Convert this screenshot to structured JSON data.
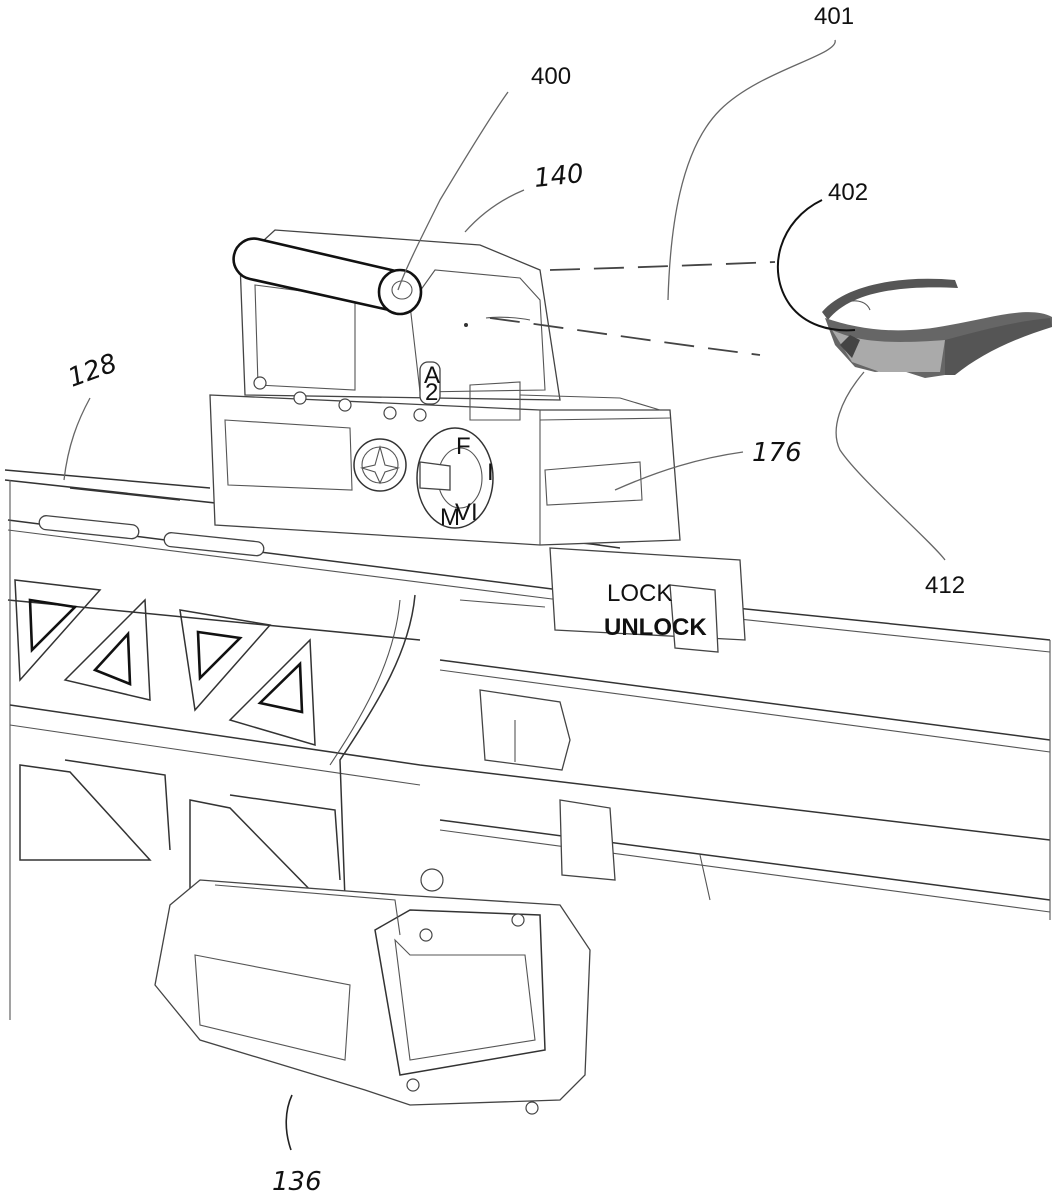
{
  "figure": {
    "type": "patent-drawing",
    "subject": "Rifle handguard with holographic sight, laser/transmitter module, lateral attachment and smart eyewear",
    "reference_numerals": [
      {
        "id": "400",
        "style": "printed",
        "target": "cylindrical emitter module on top of sight"
      },
      {
        "id": "401",
        "style": "printed",
        "target": "transmitted beam (dashed lines)"
      },
      {
        "id": "402",
        "style": "printed",
        "target": "eyewear lens region"
      },
      {
        "id": "412",
        "style": "printed",
        "target": "eyewear nose bridge / sensor"
      },
      {
        "id": "140",
        "style": "handwritten",
        "target": "sight housing"
      },
      {
        "id": "128",
        "style": "handwritten",
        "target": "handguard rail"
      },
      {
        "id": "176",
        "style": "handwritten",
        "target": "mount side panel"
      },
      {
        "id": "136",
        "style": "handwritten",
        "target": "foregrip / battery housing"
      }
    ],
    "part_markings": {
      "sight_button_top": "A",
      "sight_button_bottom": "2",
      "lock_upper": "LOCK",
      "lock_lower": "UNLOCK",
      "dial_top": "F",
      "dial_right": "I",
      "dial_bottom": "VI",
      "dial_left": "M"
    }
  }
}
